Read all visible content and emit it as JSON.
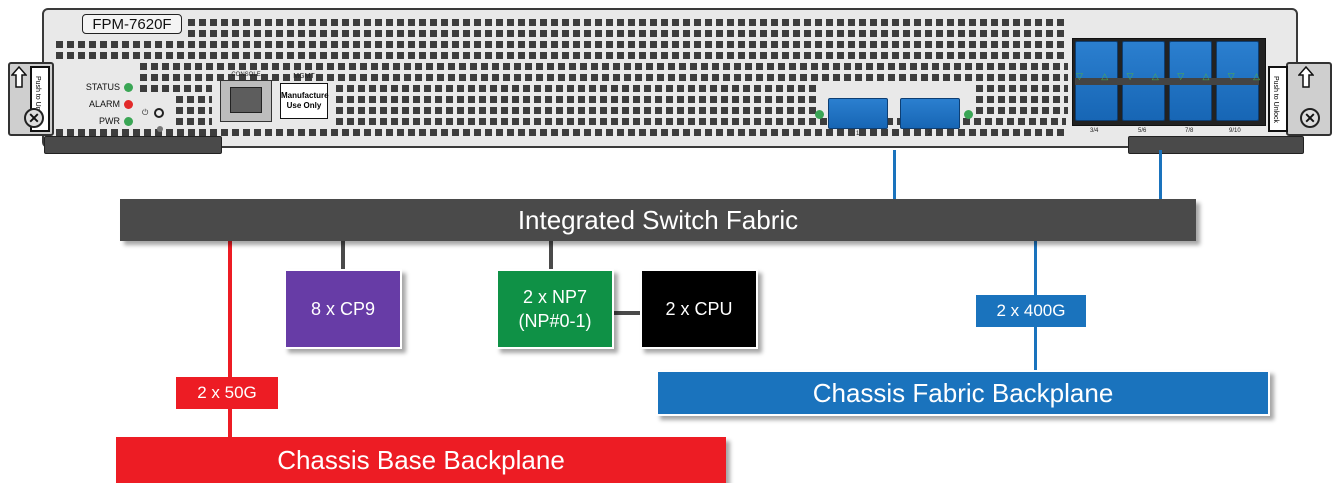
{
  "colors": {
    "switch_fabric": "#4a4a4a",
    "cp9": "#673ca6",
    "np7": "#0f9146",
    "cpu": "#000000",
    "fabric_link": "#1a73bd",
    "base_link": "#ed1c24",
    "led_green": "#3aa655",
    "led_red": "#e22a2a"
  },
  "faceplate": {
    "model": "FPM-7620F",
    "latch_left": "Push to Unlock",
    "latch_right": "Push to Unlock",
    "leds": [
      {
        "label": "STATUS",
        "color": "green"
      },
      {
        "label": "ALARM",
        "color": "red"
      },
      {
        "label": "PWR",
        "color": "green"
      }
    ],
    "console_label": "CONSOLE",
    "mgmt_label": "MGMT",
    "mgmt_note": "Manufacture Use Only",
    "ports": [
      {
        "label": "1"
      },
      {
        "label": "2"
      }
    ],
    "port_groups": [
      "3/4",
      "5/6",
      "7/8",
      "9/10"
    ]
  },
  "diagram": {
    "switch_fabric": "Integrated Switch Fabric",
    "cp9": "8 x CP9",
    "np7": "2 x NP7\n(NP#0-1)",
    "np7_line1": "2 x NP7",
    "np7_line2": "(NP#0-1)",
    "cpu": "2 x CPU",
    "fabric_speed": "2 x 400G",
    "base_speed": "2 x 50G",
    "fabric_backplane": "Chassis Fabric Backplane",
    "base_backplane": "Chassis Base Backplane"
  }
}
